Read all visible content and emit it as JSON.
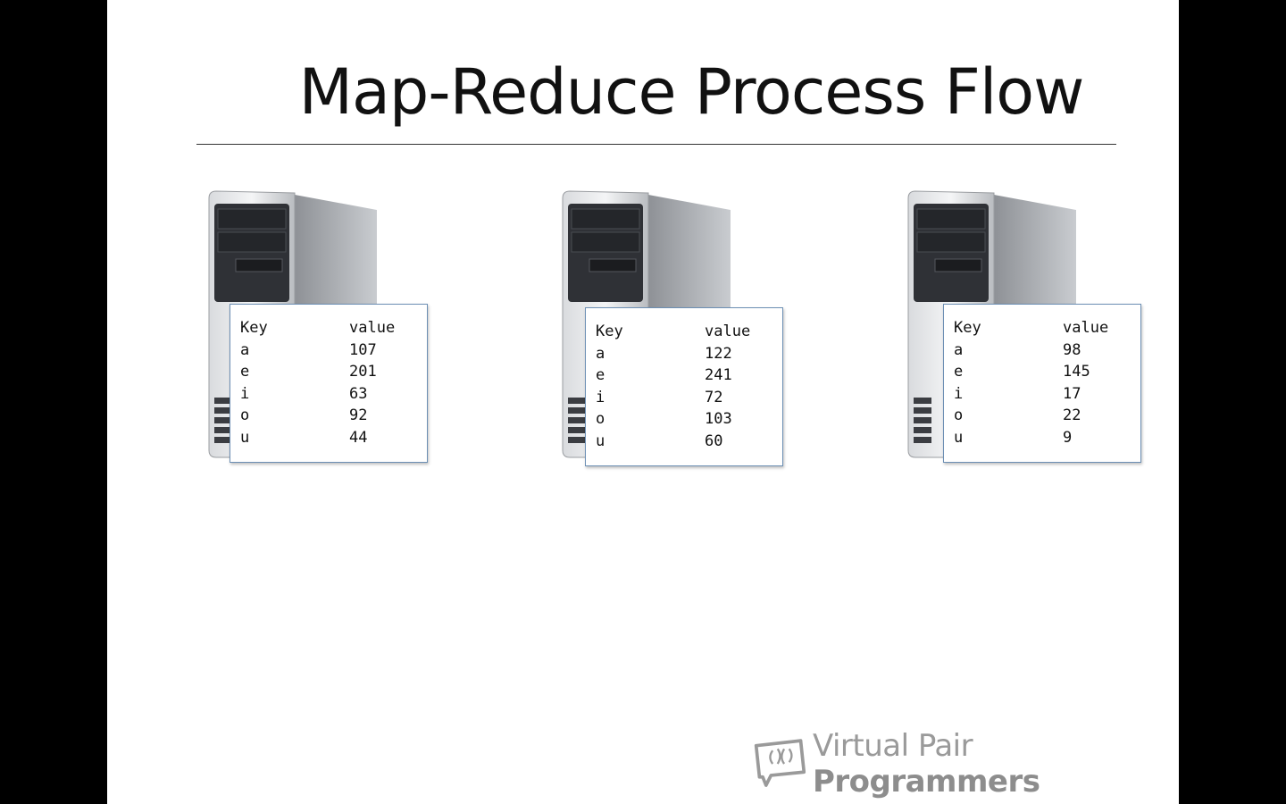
{
  "slide": {
    "title": "Map-Reduce Process Flow"
  },
  "nodes": [
    {
      "header": {
        "key": "Key",
        "value": "value"
      },
      "rows": [
        {
          "key": "a",
          "value": "107"
        },
        {
          "key": "e",
          "value": "201"
        },
        {
          "key": "i",
          "value": "63"
        },
        {
          "key": "o",
          "value": "92"
        },
        {
          "key": "u",
          "value": "44"
        }
      ]
    },
    {
      "header": {
        "key": "Key",
        "value": "value"
      },
      "rows": [
        {
          "key": "a",
          "value": "122"
        },
        {
          "key": "e",
          "value": "241"
        },
        {
          "key": "i",
          "value": "72"
        },
        {
          "key": "o",
          "value": "103"
        },
        {
          "key": "u",
          "value": "60"
        }
      ]
    },
    {
      "header": {
        "key": "Key",
        "value": "value"
      },
      "rows": [
        {
          "key": "a",
          "value": "98"
        },
        {
          "key": "e",
          "value": "145"
        },
        {
          "key": "i",
          "value": "17"
        },
        {
          "key": "o",
          "value": "22"
        },
        {
          "key": "u",
          "value": "9"
        }
      ]
    }
  ],
  "branding": {
    "logo_icon": "speech-bubbles-icon",
    "name_light": "Virtual Pair ",
    "name_bold": "Programmers"
  }
}
